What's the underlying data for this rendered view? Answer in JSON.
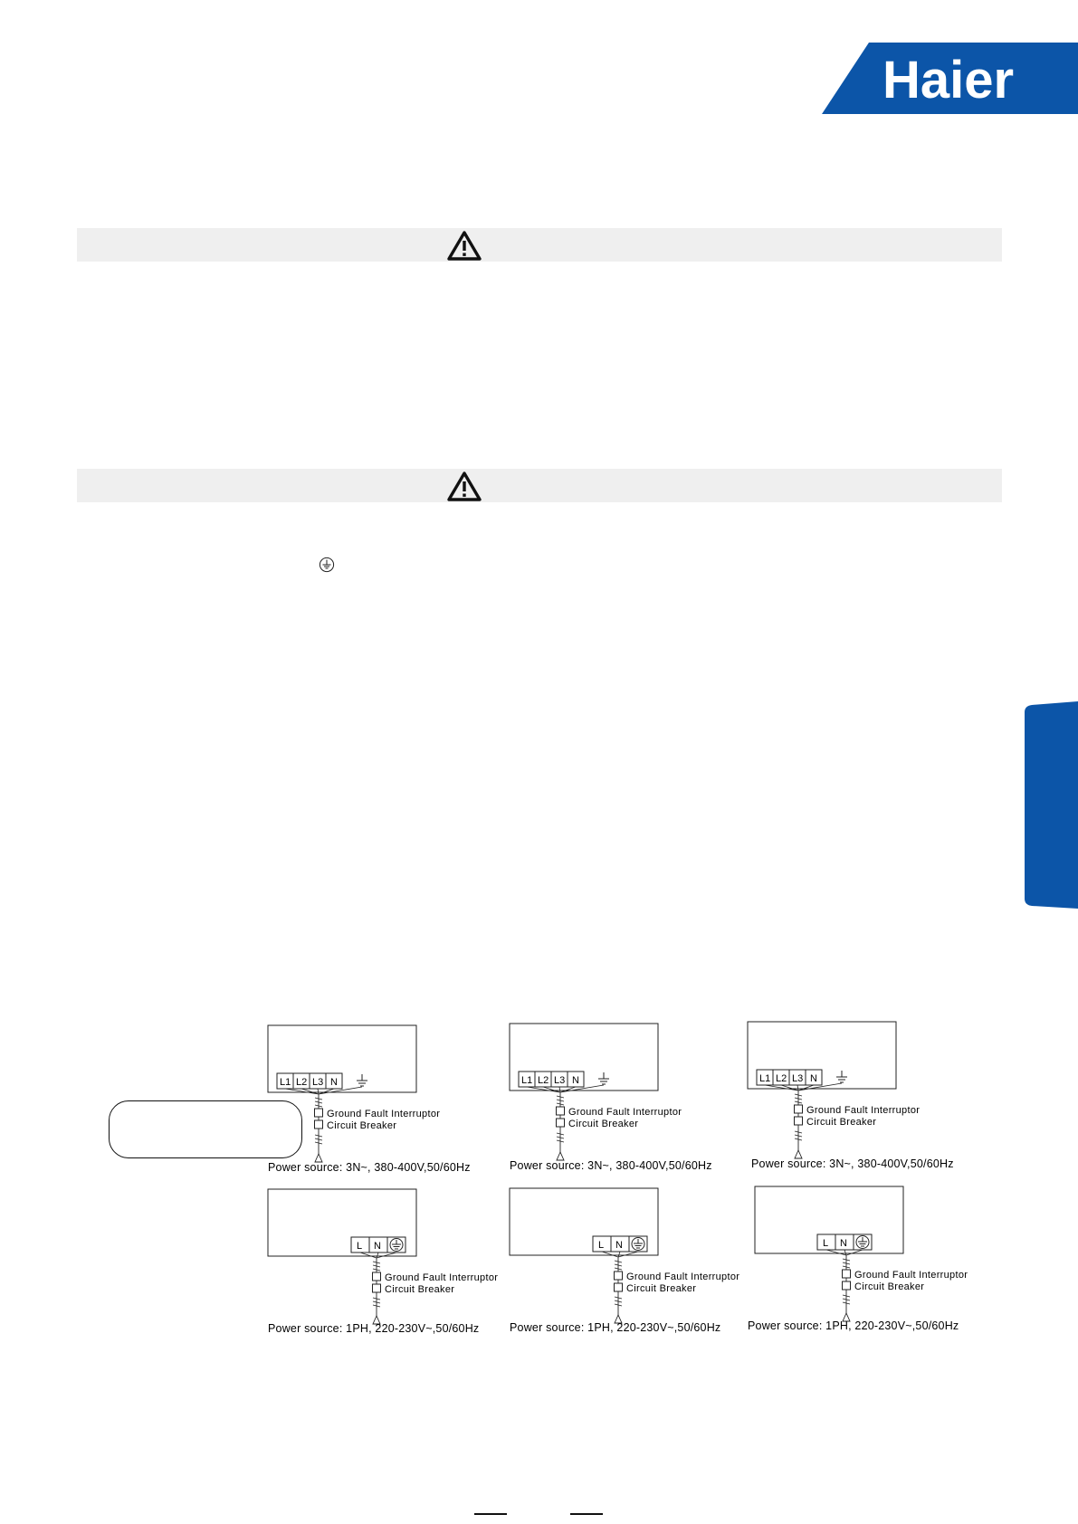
{
  "brand": {
    "name": "Haier",
    "color": "#0c55a8"
  },
  "warning_bars": [
    {
      "icon": "warning-triangle-icon"
    },
    {
      "icon": "warning-triangle-icon"
    }
  ],
  "inline_symbol": "earth-ground-icon",
  "side_tab": {
    "color": "#0c55a8"
  },
  "three_phase": {
    "terminals": [
      "L1",
      "L2",
      "L3",
      "N"
    ],
    "fault_label": "Ground Fault Interruptor",
    "breaker_label": "Circuit Breaker",
    "power_source": "Power source: 3N~, 380-400V,50/60Hz"
  },
  "single_phase": {
    "terminals": [
      "L",
      "N"
    ],
    "fault_label": "Ground Fault Interruptor",
    "breaker_label": "Circuit Breaker",
    "power_source": "Power source: 1PH, 220-230V~,50/60Hz"
  }
}
